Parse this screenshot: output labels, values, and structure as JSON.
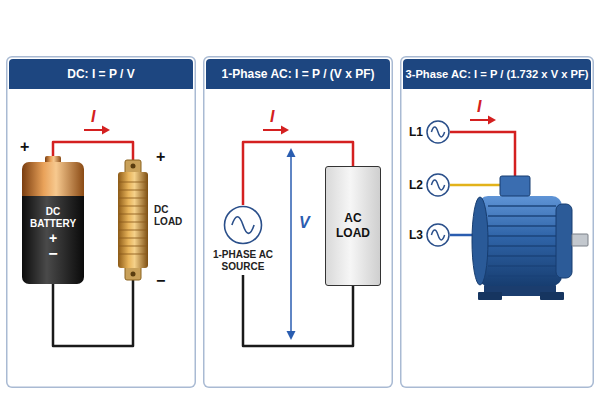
{
  "diagram": {
    "nodes": [
      {
        "text": [
          "DC: I = P / V"
        ]
      },
      {
        "text": [
          "DC BATTERY",
          "+",
          "−"
        ],
        "in": 0
      },
      {
        "text": [
          "DC LOAD"
        ],
        "in": 0
      },
      {
        "text": [
          "1-Phase AC: I = P / (V x PF)"
        ]
      },
      {
        "text": [
          "1-PHASE AC SOURCE"
        ],
        "in": 3
      },
      {
        "text": [
          "AC LOAD"
        ],
        "in": 3
      },
      {
        "text": [
          "3-Phase AC: I = P / (1.732 x V x PF)"
        ]
      },
      {
        "text": [
          "L1"
        ],
        "in": 6
      },
      {
        "text": [
          "L2"
        ],
        "in": 6
      },
      {
        "text": [
          "L3"
        ],
        "in": 6
      }
    ],
    "edges": [
      {
        "from": 1,
        "to": 2,
        "arrow": "none"
      },
      {
        "from": 1,
        "to": 2,
        "arrow": "none"
      },
      {
        "from": 4,
        "to": 5,
        "arrow": "none"
      },
      {
        "from": 4,
        "to": 5,
        "arrow": "none"
      }
    ],
    "labels": [
      "+",
      "I",
      "+",
      "−",
      "I",
      "V",
      "I"
    ]
  }
}
